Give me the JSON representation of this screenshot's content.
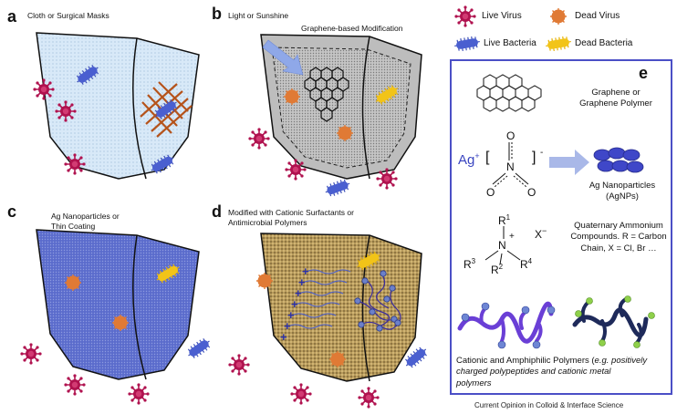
{
  "panels": {
    "a": {
      "label": "a",
      "caption": "Cloth or Surgical Masks"
    },
    "b": {
      "label": "b",
      "caption_light": "Light or Sunshine",
      "caption_mod": "Graphene-based Modification"
    },
    "c": {
      "label": "c",
      "caption_line1": "Ag Nanoparticles or",
      "caption_line2": "Thin Coating"
    },
    "d": {
      "label": "d",
      "caption_line1": "Modified with Cationic Surfactants or",
      "caption_line2": "Antimicrobial Polymers"
    },
    "e": {
      "label": "e",
      "graphene_line1": "Graphene or",
      "graphene_line2": "Graphene Polymer",
      "silver_ion": "Ag",
      "silver_charge": "+",
      "bracket_open": "[",
      "bracket_close": "]",
      "bracket_charge": "-",
      "nitrate_n": "N",
      "nitrate_o_top": "O",
      "nitrate_o_left": "O",
      "nitrate_o_right": "O",
      "agnp_line1": "Ag Nanoparticles",
      "agnp_line2": "(AgNPs)",
      "quat_r1": "R",
      "quat_r1_sup": "1",
      "quat_r2": "R",
      "quat_r2_sup": "2",
      "quat_r3": "R",
      "quat_r3_sup": "3",
      "quat_r4": "R",
      "quat_r4_sup": "4",
      "quat_n": "N",
      "quat_plus": "+",
      "quat_x": "X",
      "quat_x_charge": "−",
      "quat_line1": "Quaternary Ammonium",
      "quat_line2": "Compounds. R = Carbon",
      "quat_line3": "Chain, X = Cl, Br …",
      "polymer_line1_plain": "Cationic and Amphiphilic Polymers (",
      "polymer_line1_italic": "e.g. positively",
      "polymer_line2": "charged polypeptides   and cationic metal",
      "polymer_line3": "polymers"
    }
  },
  "legend": {
    "live_virus": "Live Virus",
    "dead_virus": "Dead Virus",
    "live_bacteria": "Live Bacteria",
    "dead_bacteria": "Dead Bacteria"
  },
  "colors": {
    "live_virus": "#b0124f",
    "dead_virus": "#e07a35",
    "live_bacteria": "#4a5fd0",
    "dead_bacteria": "#f2c418",
    "panel_e_border": "#4b4fc6",
    "mask_a_fill": "#d6e8f7",
    "mask_b_fill": "#cfcfcf",
    "mask_c_fill": "#5565c4",
    "mask_d_fill": "#b59a5a"
  },
  "footer": "Current Opinion in Colloid & Interface Science"
}
